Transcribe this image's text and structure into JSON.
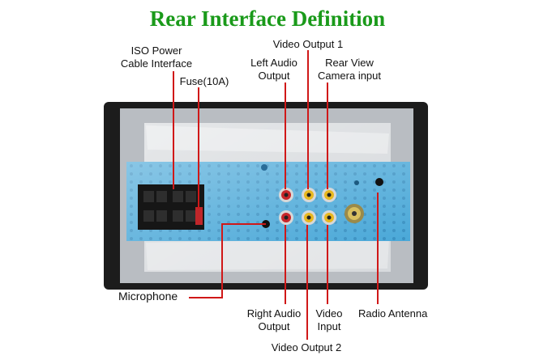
{
  "title": "Rear Interface Definition",
  "labels": {
    "iso_power_1": "ISO Power",
    "iso_power_2": "Cable Interface",
    "fuse": "Fuse(10A)",
    "video_output_1": "Video Output 1",
    "left_audio_1": "Left Audio",
    "left_audio_2": "Output",
    "rear_view_1": "Rear View",
    "rear_view_2": "Camera input",
    "microphone": "Microphone",
    "right_audio_1": "Right Audio",
    "right_audio_2": "Output",
    "video_input_1": "Video",
    "video_input_2": "Input",
    "radio_antenna": "Radio Antenna",
    "video_output_2": "Video Output 2"
  },
  "colors": {
    "title": "#1a9a1a",
    "leader_line": "#d01818",
    "label_text": "#111111",
    "bezel": "#1c1c1c",
    "panel_blue": "#4aa8d8",
    "rca_red": "#c8262a",
    "rca_yellow": "#e8b820",
    "rca_white": "#f0f0f0"
  }
}
